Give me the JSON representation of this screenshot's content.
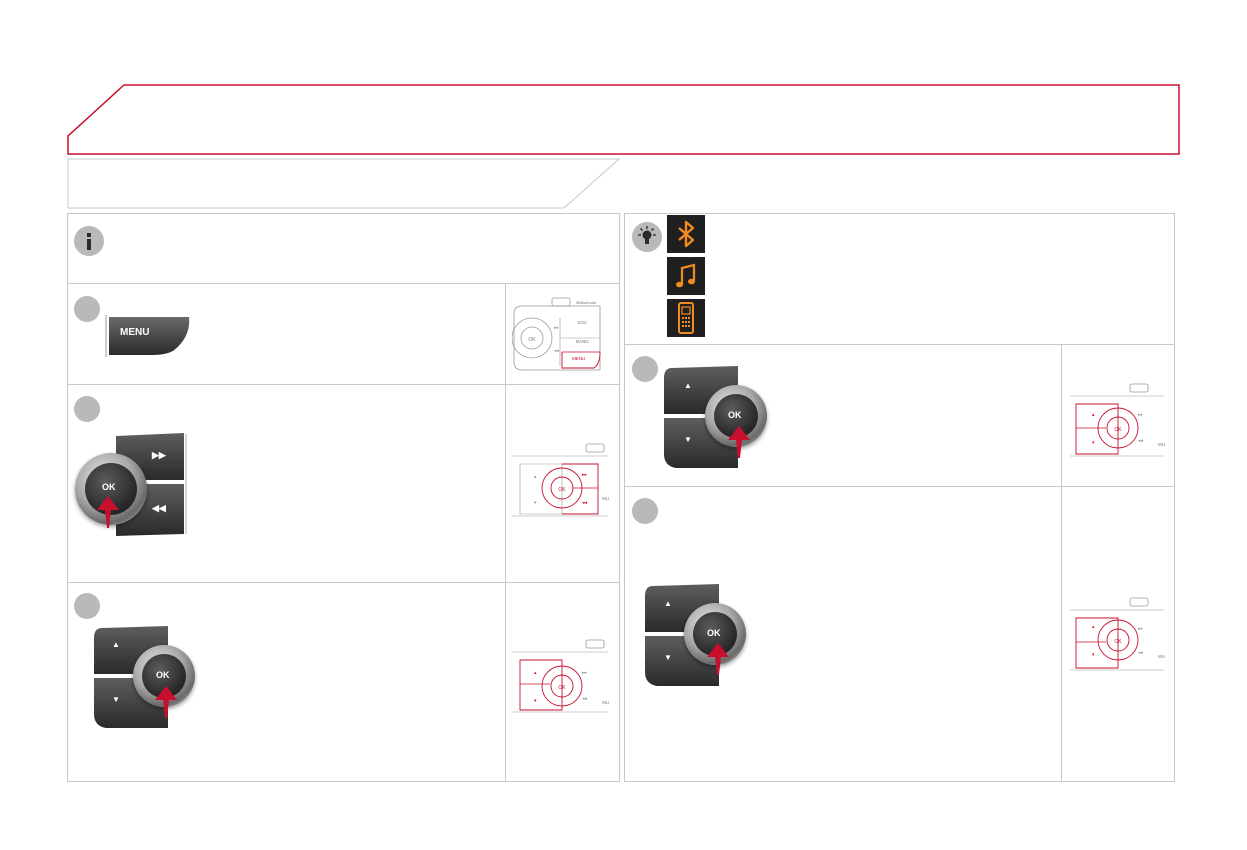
{
  "header": {
    "title": ""
  },
  "section": {
    "title": ""
  },
  "left_panel": {
    "info_note": "",
    "step1": {
      "key_label": "MENU"
    },
    "step2": {
      "ok_label": "OK",
      "key_next": "▶▶",
      "key_prev": "◀◀"
    },
    "step3": {
      "ok_label": "OK",
      "key_up": "▲",
      "key_down": "▼"
    }
  },
  "right_panel": {
    "tip_icons": [
      "bluetooth-icon",
      "music-note-icon",
      "mobile-phone-icon"
    ],
    "step4": {
      "ok_label": "OK",
      "key_up": "▲",
      "key_down": "▼"
    },
    "step5": {
      "ok_label": "OK",
      "key_up": "▲",
      "key_down": "▼"
    }
  },
  "thumbs": {
    "ok": "OK",
    "esc": "ESC",
    "band": "BAND",
    "menu": "MENU",
    "bt": "⊕Bluetooth",
    "mu": "MU"
  },
  "colors": {
    "accent": "#c8102e",
    "icon_orange": "#f28c1e"
  }
}
